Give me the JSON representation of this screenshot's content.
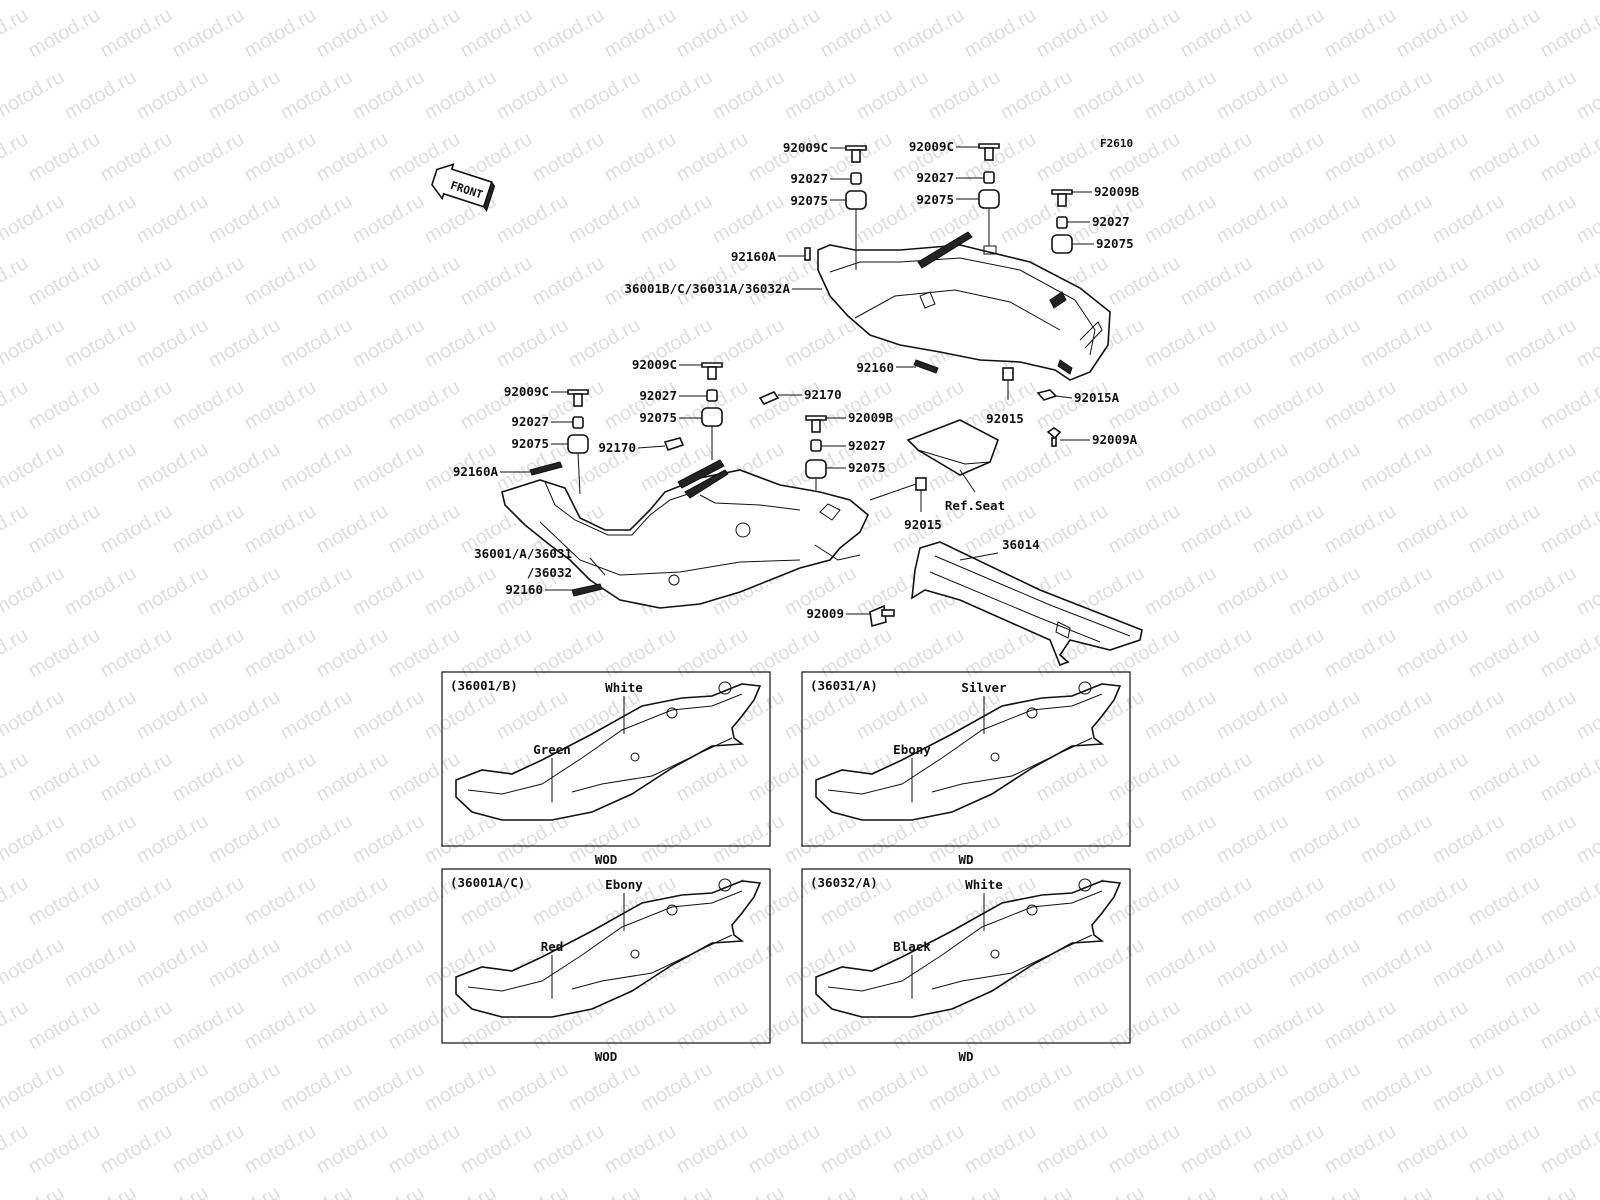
{
  "diagram": {
    "code": "F2610",
    "front_label": "FRONT",
    "watermark": "motod.ru"
  },
  "callouts": {
    "c1": "92009C",
    "c2": "92027",
    "c3": "92075",
    "c4": "92009C",
    "c5": "92027",
    "c6": "92075",
    "c7": "92009B",
    "c8": "92027",
    "c9": "92075",
    "c10": "92160A",
    "c11": "36001B/C/36031A/36032A",
    "c12": "92160",
    "c13": "92015",
    "c14": "92015A",
    "c15": "92009A",
    "c16": "92009C",
    "c17": "92027",
    "c18": "92075",
    "c19": "92009C",
    "c20": "92027",
    "c21": "92075",
    "c22": "92170",
    "c23": "92170",
    "c24": "92160A",
    "c25": "92009B",
    "c26": "92027",
    "c27": "92075",
    "c28": "92015",
    "c29": "Ref.Seat",
    "c30": "36001/A/36031",
    "c31": "/36032",
    "c32": "92160",
    "c33": "36014",
    "c34": "92009"
  },
  "variants": [
    {
      "code": "(36001/B)",
      "upper_color": "White",
      "lower_color": "Green",
      "suffix": "WOD"
    },
    {
      "code": "(36031/A)",
      "upper_color": "Silver",
      "lower_color": "Ebony",
      "suffix": "WD"
    },
    {
      "code": "(36001A/C)",
      "upper_color": "Ebony",
      "lower_color": "Red",
      "suffix": "WOD"
    },
    {
      "code": "(36032/A)",
      "upper_color": "White",
      "lower_color": "Black",
      "suffix": "WD"
    }
  ]
}
